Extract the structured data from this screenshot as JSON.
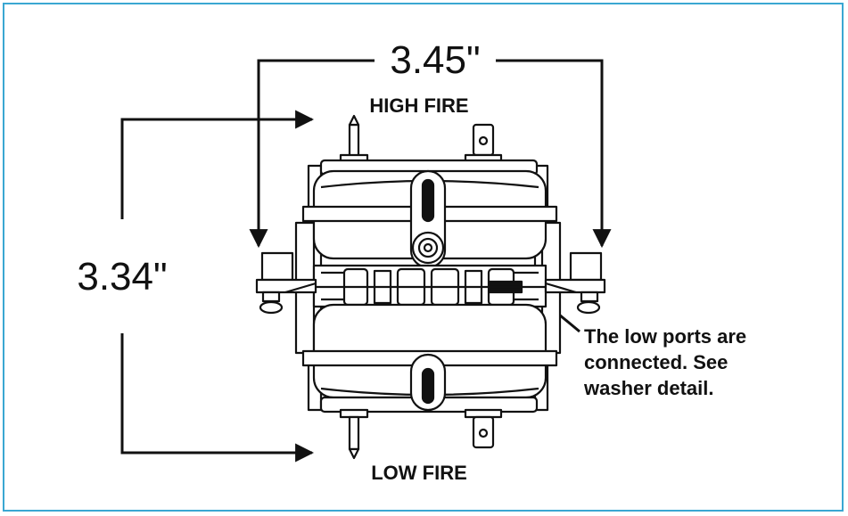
{
  "diagram": {
    "width_dimension": "3.45\"",
    "height_dimension": "3.34\"",
    "top_label": "HIGH FIRE",
    "bottom_label": "LOW FIRE",
    "note_lines": [
      "The low ports are",
      "connected. See",
      "washer detail."
    ]
  },
  "colors": {
    "frame_border": "#3aa7d2",
    "line": "#111111",
    "background": "#ffffff"
  }
}
